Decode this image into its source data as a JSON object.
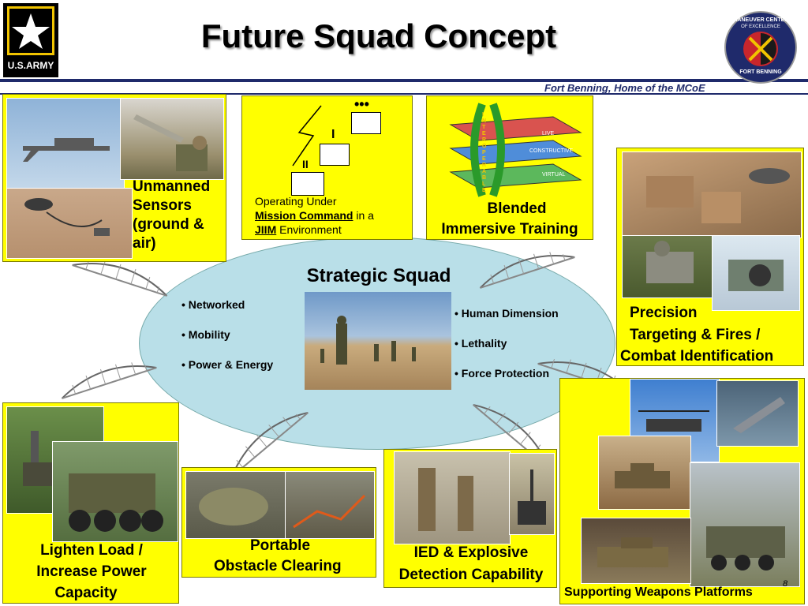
{
  "header": {
    "title": "Future Squad Concept",
    "subtitle": "Fort Benning, Home of the MCoE",
    "logo_text": "U.S.ARMY",
    "seal_text_top": "MANEUVER CENTER",
    "seal_text_mid": "OF EXCELLENCE",
    "seal_text_bottom": "FORT BENNING"
  },
  "panels": {
    "unmanned": {
      "label": "Unmanned Sensors (ground & air)",
      "line1": "Unmanned",
      "line2": "Sensors",
      "line3": "(ground &",
      "line4": "air)"
    },
    "mission": {
      "line1": "Operating Under",
      "mc": "Mission Command",
      "in_a": "in a",
      "jiim": "JIIM",
      "env": "Environment",
      "diagram_labels": [
        "•••",
        "I",
        "II"
      ]
    },
    "blended": {
      "line1": "Blended",
      "line2": "Immersive Training",
      "vertical_text": "INTEROPERABLE",
      "layers": [
        "LIVE",
        "CONSTRUCTIVE",
        "VIRTUAL"
      ]
    },
    "precision": {
      "line1": "Precision",
      "line2": "Targeting & Fires /",
      "line3": "Combat Identification"
    },
    "lighten": {
      "line1": "Lighten Load /",
      "line2": "Increase Power",
      "line3": "Capacity"
    },
    "portable": {
      "line1": "Portable",
      "line2": "Obstacle Clearing"
    },
    "ied": {
      "line1": "IED & Explosive",
      "line2": "Detection Capability"
    },
    "weapons": {
      "label": "Supporting Weapons Platforms"
    }
  },
  "center": {
    "title": "Strategic Squad",
    "left_items": [
      "• Networked",
      "• Mobility",
      "• Power & Energy"
    ],
    "right_items": [
      "• Human Dimension",
      "• Lethality",
      "• Force Protection"
    ]
  },
  "footer": {
    "page_number": "8"
  },
  "colors": {
    "yellow": "#ffff00",
    "navy": "#1f2a6b",
    "ellipse": "#b9dfe8",
    "army_black": "#000000",
    "army_gold": "#f1c400"
  }
}
